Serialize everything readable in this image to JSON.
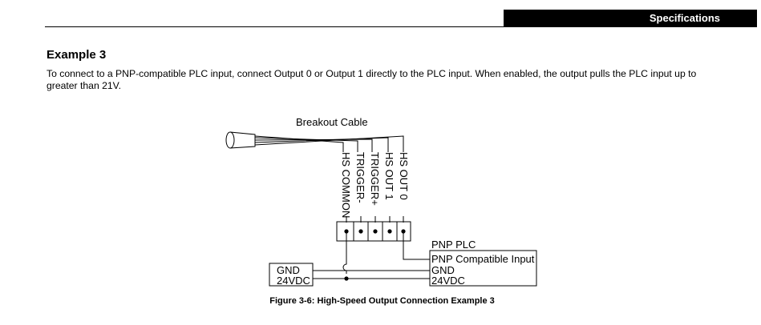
{
  "header": {
    "section_label": "Specifications"
  },
  "section": {
    "title": "Example 3",
    "body": "To connect to a PNP-compatible PLC input, connect Output 0 or Output 1 directly to the PLC input. When enabled, the output pulls the PLC input up to greater than 21V."
  },
  "diagram": {
    "cable_label": "Breakout Cable",
    "wires": [
      "HS COMMON",
      "TRIGGER-",
      "TRIGGER+",
      "HS OUT 1",
      "HS OUT 0"
    ],
    "power_supply": {
      "gnd": "GND",
      "vdc": "24VDC"
    },
    "plc": {
      "title": "PNP PLC",
      "input": "PNP Compatible Input",
      "gnd": "GND",
      "vdc": "24VDC"
    }
  },
  "figure": {
    "caption": "Figure 3-6: High-Speed Output Connection Example 3"
  }
}
